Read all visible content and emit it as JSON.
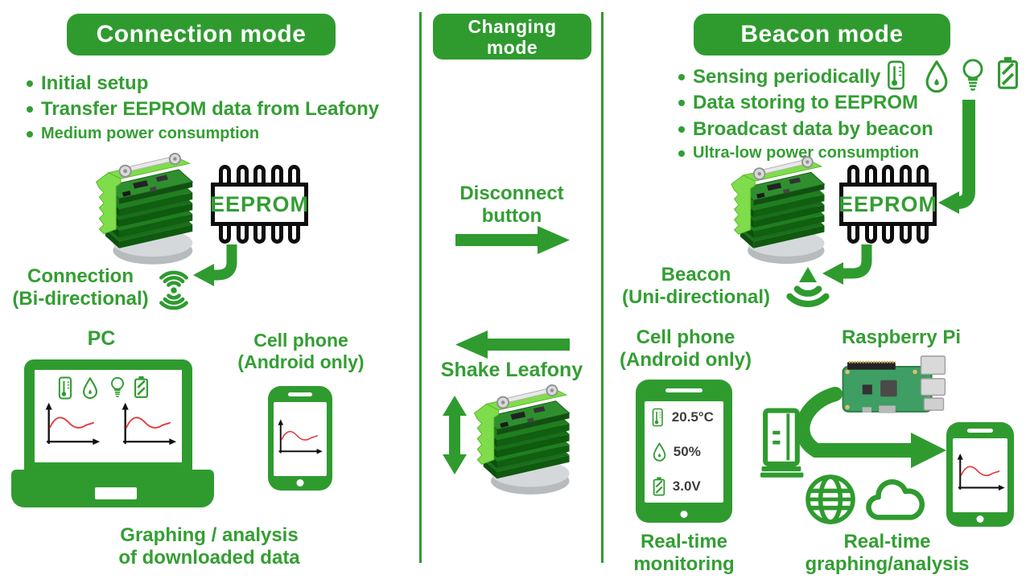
{
  "colors": {
    "green_fill": "#2f9b2f",
    "green_text": "#339e33",
    "curve_red": "#e23b3b",
    "reading_text": "#3e3e3e"
  },
  "connection": {
    "header": "Connection mode",
    "bullets": [
      "Initial setup",
      "Transfer EEPROM data from Leafony",
      "Medium power consumption"
    ],
    "eeprom_label": "EEPROM",
    "link_type": [
      "Connection",
      "(Bi-directional)"
    ],
    "pc_label": "PC",
    "cellphone_label": [
      "Cell phone",
      "(Android only)"
    ],
    "caption": [
      "Graphing / analysis",
      "of downloaded data"
    ]
  },
  "changing": {
    "header": [
      "Changing",
      "mode"
    ],
    "to_beacon_label": [
      "Disconnect",
      "button"
    ],
    "to_connection_label": "Shake Leafony"
  },
  "beacon": {
    "header": "Beacon mode",
    "bullets": [
      "Sensing periodically",
      "Data storing to EEPROM",
      "Broadcast data by beacon",
      "Ultra-low power consumption"
    ],
    "sensing_icons": [
      "thermometer-icon",
      "waterdrop-icon",
      "lightbulb-icon",
      "battery-icon"
    ],
    "eeprom_label": "EEPROM",
    "link_type": [
      "Beacon",
      "(Uni-directional)"
    ],
    "cellphone_label": [
      "Cell phone",
      "(Android only)"
    ],
    "readings": [
      {
        "icon": "thermometer-icon",
        "value": "20.5°C"
      },
      {
        "icon": "waterdrop-icon",
        "value": "50%"
      },
      {
        "icon": "battery-icon",
        "value": "3.0V"
      }
    ],
    "raspberrypi_label": "Raspberry Pi",
    "monitoring_caption": [
      "Real-time",
      "monitoring"
    ],
    "graphing_caption": [
      "Real-time",
      "graphing/analysis"
    ]
  }
}
